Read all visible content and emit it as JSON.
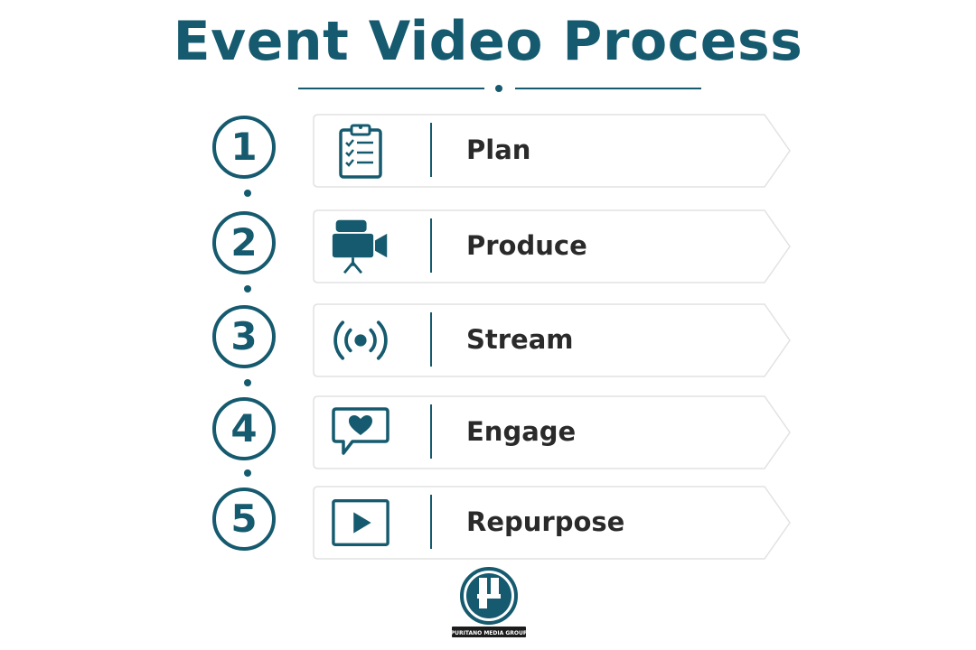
{
  "title": "Event Video Process",
  "steps": [
    {
      "number": "1",
      "label": "Plan",
      "icon": "clipboard-checklist-icon"
    },
    {
      "number": "2",
      "label": "Produce",
      "icon": "video-camera-icon"
    },
    {
      "number": "3",
      "label": "Stream",
      "icon": "broadcast-icon"
    },
    {
      "number": "4",
      "label": "Engage",
      "icon": "heart-chat-icon"
    },
    {
      "number": "5",
      "label": "Repurpose",
      "icon": "play-button-icon"
    }
  ],
  "logo": {
    "text": "PURITANO MEDIA GROUP"
  },
  "colors": {
    "primary": "#155a6e",
    "text": "#2a2a2a",
    "card_border": "#e2e2e2",
    "card_fill": "#ffffff"
  }
}
